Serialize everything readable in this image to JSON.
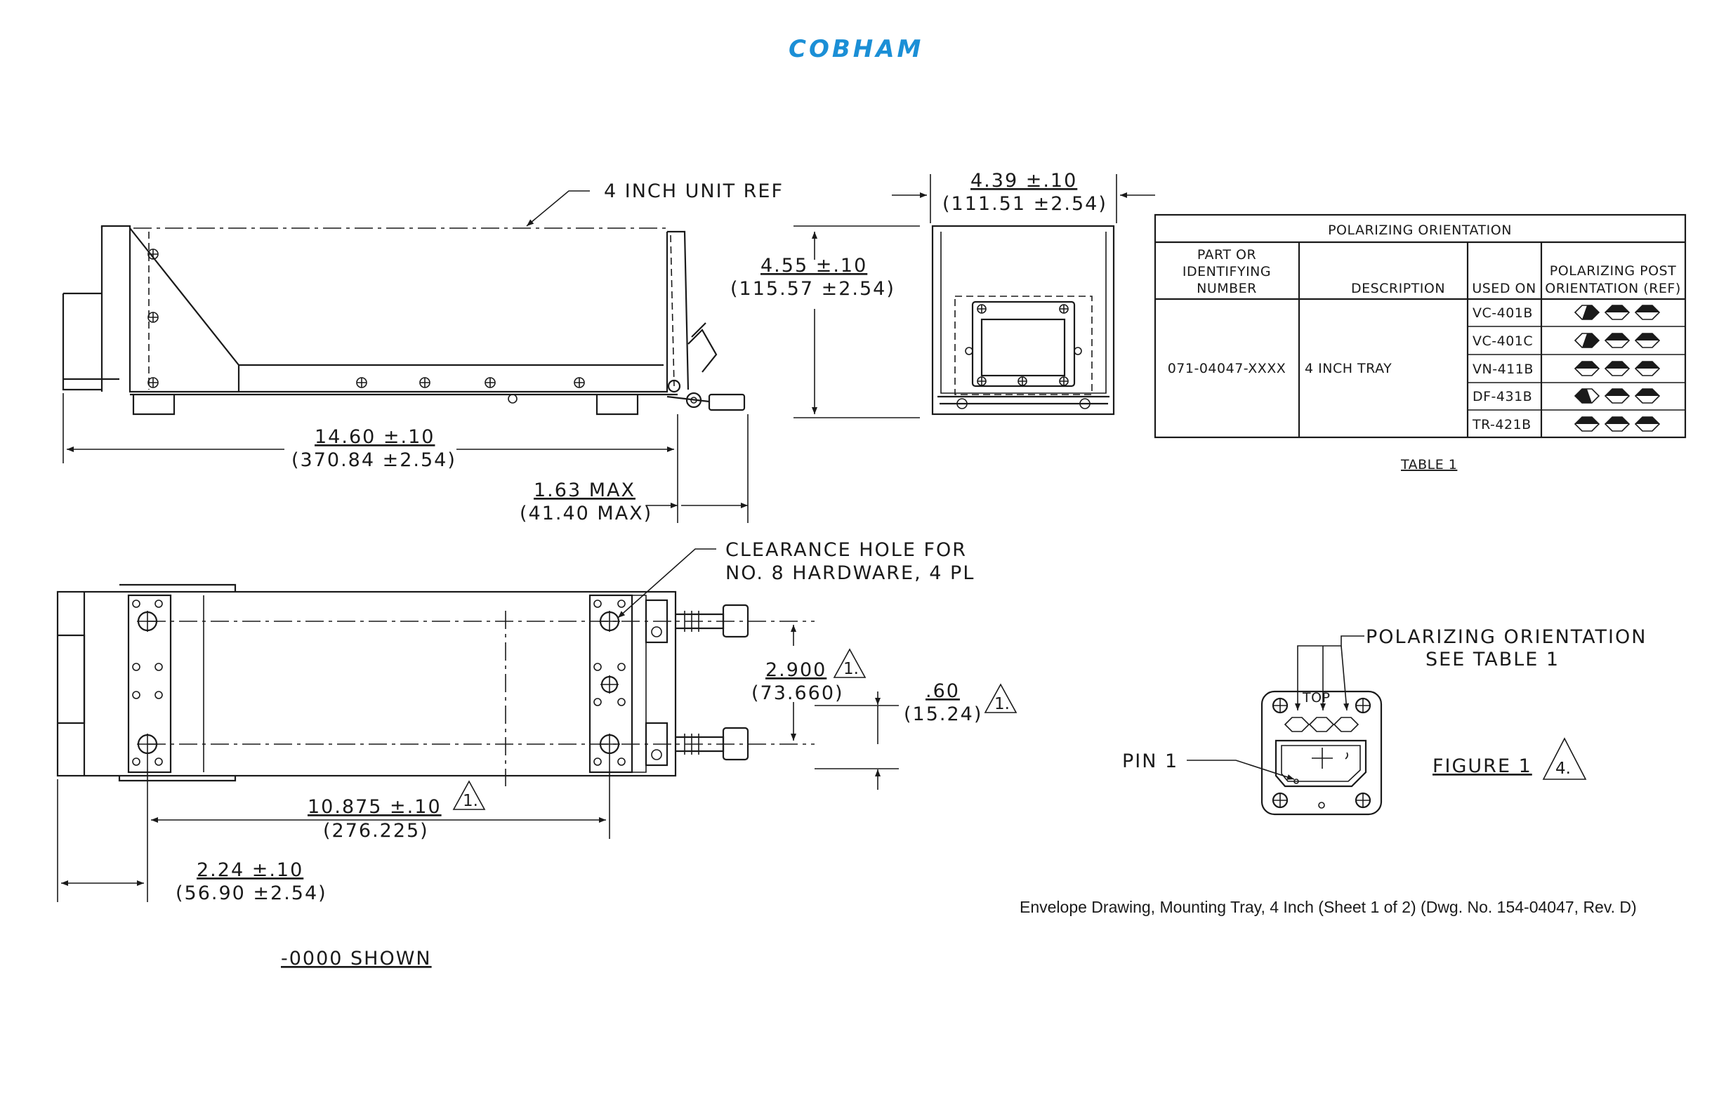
{
  "brand": {
    "logo_text": "COBHAM",
    "logo_color": "#1b8fd6"
  },
  "side_view": {
    "unit_ref_label": "4 INCH UNIT REF",
    "length_dim": "14.60 ±.10",
    "length_dim_mm": "(370.84 ±2.54)",
    "overhang_dim": "1.63 MAX",
    "overhang_dim_mm": "(41.40 MAX)",
    "height_dim": "4.55 ±.10",
    "height_dim_mm": "(115.57 ±2.54)"
  },
  "end_view": {
    "width_dim": "4.39 ±.10",
    "width_dim_mm": "(111.51 ±2.54)"
  },
  "table": {
    "title": "POLARIZING ORIENTATION",
    "headers": {
      "part": "PART OR IDENTIFYING NUMBER",
      "part_lines": [
        "PART OR",
        "IDENTIFYING",
        "NUMBER"
      ],
      "description": "DESCRIPTION",
      "used_on": "USED ON",
      "post_orientation": "POLARIZING POST ORIENTATION (REF)",
      "post_orientation_lines": [
        "POLARIZING POST",
        "ORIENTATION (REF)"
      ]
    },
    "part_number": "071-04047-XXXX",
    "description": "4 INCH TRAY",
    "rows": [
      {
        "used_on": "VC-401B"
      },
      {
        "used_on": "VC-401C"
      },
      {
        "used_on": "VN-411B"
      },
      {
        "used_on": "DF-431B"
      },
      {
        "used_on": "TR-421B"
      }
    ],
    "caption": "TABLE 1"
  },
  "plan_view": {
    "clearance_note_line1": "CLEARANCE HOLE FOR",
    "clearance_note_line2": "NO. 8 HARDWARE, 4 PL",
    "spacing_dim": "2.900",
    "spacing_dim_mm": "(73.660)",
    "spacing_note": "1.",
    "offset_dim": ".60",
    "offset_dim_mm": "(15.24)",
    "offset_note": "1.",
    "hole_dim": "10.875 ±.10",
    "hole_dim_mm": "(276.225)",
    "hole_note": "1.",
    "edge_dim": "2.24 ±.10",
    "edge_dim_mm": "(56.90 ±2.54)",
    "shown_note": "-0000 SHOWN"
  },
  "figure": {
    "polarizing_label_line1": "POLARIZING ORIENTATION",
    "polarizing_label_line2": "SEE TABLE 1",
    "pin_label": "PIN 1",
    "top_label": "TOP",
    "caption": "FIGURE 1",
    "note": "4."
  },
  "drawing_caption": "Envelope Drawing, Mounting Tray, 4 Inch (Sheet 1 of 2) (Dwg. No. 154-04047, Rev. D)"
}
